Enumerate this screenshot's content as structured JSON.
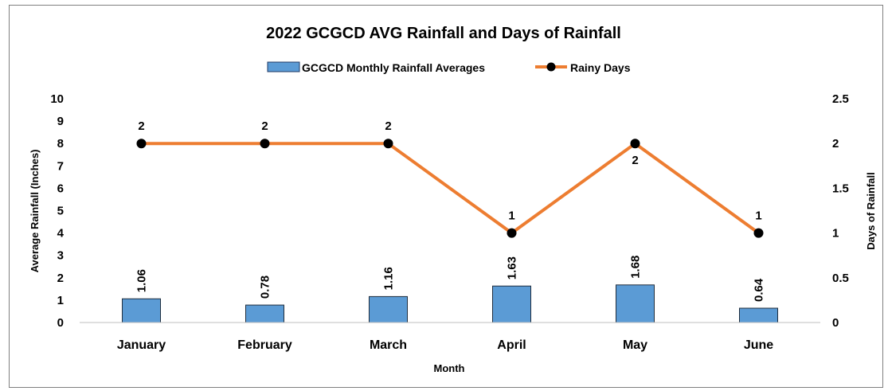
{
  "chart_data": {
    "type": "bar",
    "title": "2022 GCGCD AVG Rainfall and Days of Rainfall",
    "xlabel": "Month",
    "ylabel": "Average Rainfall (Inches)",
    "y2label": "Days of Rainfall",
    "categories": [
      "January",
      "February",
      "March",
      "April",
      "May",
      "June"
    ],
    "ylim": [
      0,
      10
    ],
    "y2lim": [
      0,
      2.5
    ],
    "yticks": [
      "0",
      "1",
      "2",
      "3",
      "4",
      "5",
      "6",
      "7",
      "8",
      "9",
      "10"
    ],
    "y2ticks": [
      "0",
      "0.5",
      "1",
      "1.5",
      "2",
      "2.5"
    ],
    "legend_position": "top-center",
    "grid": false,
    "series": [
      {
        "name": "GCGCD Monthly Rainfall Averages",
        "type": "bar",
        "axis": "left",
        "color": "#5b9bd5",
        "values": [
          1.06,
          0.78,
          1.16,
          1.63,
          1.68,
          0.64
        ],
        "data_labels": [
          "1.06",
          "0.78",
          "1.16",
          "1.63",
          "1.68",
          "0.64"
        ]
      },
      {
        "name": "Rainy Days",
        "type": "line",
        "axis": "right",
        "color": "#ed7d31",
        "marker_color": "#000000",
        "values": [
          2,
          2,
          2,
          1,
          2,
          1
        ],
        "data_labels": [
          "2",
          "2",
          "2",
          "1",
          "2",
          "1"
        ]
      }
    ]
  }
}
